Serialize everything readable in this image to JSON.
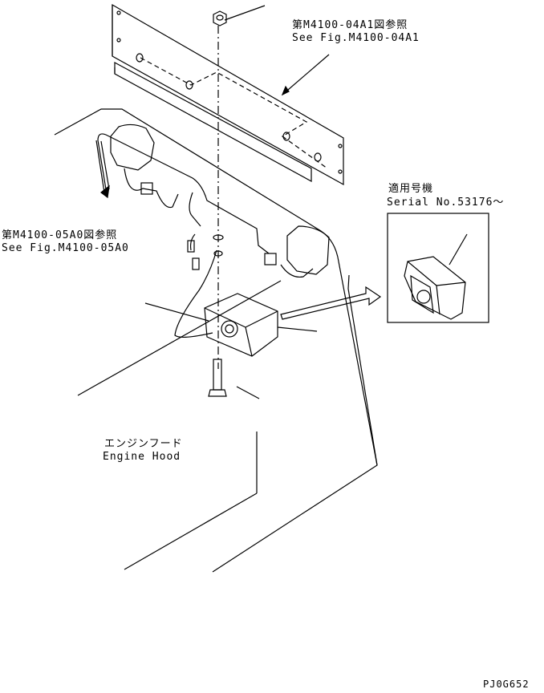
{
  "labels": {
    "ref_top_jp": "第M4100-04A1図参照",
    "ref_top_en": "See Fig.M4100-04A1",
    "ref_left_jp": "第M4100-05A0図参照",
    "ref_left_en": "See Fig.M4100-05A0",
    "serial_jp": "適用号機",
    "serial_en": "Serial No.53176～",
    "hood_jp": "エンジンフード",
    "hood_en": "Engine Hood",
    "drawing_id": "PJ0G652"
  },
  "colors": {
    "line": "#000000",
    "background": "#ffffff"
  }
}
